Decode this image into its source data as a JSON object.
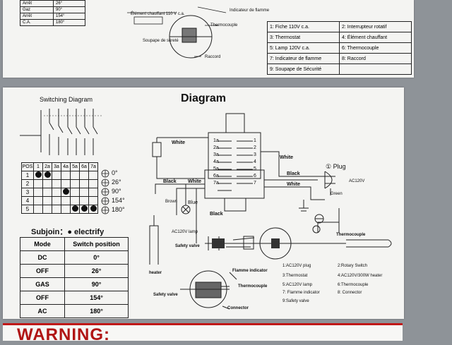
{
  "top_panel": {
    "mini_table": [
      [
        "Arrêt",
        "26°"
      ],
      [
        "Gaz",
        "90°"
      ],
      [
        "Arrêt",
        "154°"
      ],
      [
        "C.A.",
        "180°"
      ]
    ],
    "labels": {
      "flame_indicator_fr": "Indicateur de flamme",
      "thermocouple": "Thermocouple",
      "heating_element_fr": "Élément chauffant 110 V c.a.",
      "safety_valve_fr": "Soupape de sûreté",
      "fitting_fr": "Raccord"
    },
    "legend_fr": [
      [
        "1: Fiche 110V c.a.",
        "2: Interrupteur rotatif"
      ],
      [
        "3: Thermostat",
        "4: Élément chauffant"
      ],
      [
        "5: Lamp 120V c.a.",
        "6: Thermocouple"
      ],
      [
        "7: Indicateur de flamme",
        "8: Raccord"
      ],
      [
        "9: Soupape de Sécurité",
        ""
      ]
    ]
  },
  "switching": {
    "title": "Switching Diagram",
    "col_headers": [
      "POS",
      "1",
      "2a",
      "3a",
      "4a",
      "5a",
      "6a",
      "7a"
    ],
    "rows": [
      {
        "pos": "1",
        "dots": [
          1,
          1,
          0,
          0,
          0,
          0,
          0
        ],
        "angle": "0°"
      },
      {
        "pos": "2",
        "dots": [
          0,
          0,
          0,
          0,
          0,
          0,
          0
        ],
        "angle": "26°"
      },
      {
        "pos": "3",
        "dots": [
          0,
          0,
          0,
          1,
          0,
          0,
          0
        ],
        "angle": "90°"
      },
      {
        "pos": "4",
        "dots": [
          0,
          0,
          0,
          0,
          0,
          0,
          0
        ],
        "angle": "154°"
      },
      {
        "pos": "5",
        "dots": [
          0,
          0,
          0,
          0,
          1,
          1,
          1
        ],
        "angle": "180°"
      }
    ],
    "subjoin": "Subjoin：● electrify",
    "mode_table": {
      "headers": [
        "Mode",
        "Switch position"
      ],
      "rows": [
        [
          "DC",
          "0°"
        ],
        [
          "OFF",
          "26°"
        ],
        [
          "GAS",
          "90°"
        ],
        [
          "OFF",
          "154°"
        ],
        [
          "AC",
          "180°"
        ]
      ]
    }
  },
  "diagram": {
    "title": "Diagram",
    "terminal_labels": [
      "1a",
      "2a",
      "3a",
      "4a",
      "5a",
      "6a",
      "7a"
    ],
    "terminal_numbers": [
      "1",
      "2",
      "3",
      "4",
      "5",
      "6",
      "7"
    ],
    "wire_labels": {
      "white_top": "White",
      "white_r1": "White",
      "black_r": "Black",
      "white_r2": "White",
      "black_l": "Black",
      "white_l": "White",
      "brown": "Brown",
      "blue": "Blue",
      "black_b": "Black"
    },
    "plug": "① Plug",
    "ac120": "AC120V",
    "green": "Green",
    "lamp": "AC120V lamp",
    "safety_valve": "Safety valve",
    "heater": "heater",
    "thermocouple": "Thermocouple",
    "flamme": "Flamme indicator",
    "thermocouple2": "Thermocouple",
    "safety_valve2": "Safety valve",
    "connector": "Connector",
    "legend": [
      [
        "1:AC120V plug",
        "2:Rotary Switch"
      ],
      [
        "3:Thermostat",
        "4:AC120V/300W heater"
      ],
      [
        "5:AC120V lamp",
        "6:Thermocouple"
      ],
      [
        "7: Flamme indicator",
        "8: Connector"
      ],
      [
        "9:Safety valve",
        ""
      ]
    ]
  },
  "warning": {
    "text": "WARNING:"
  }
}
